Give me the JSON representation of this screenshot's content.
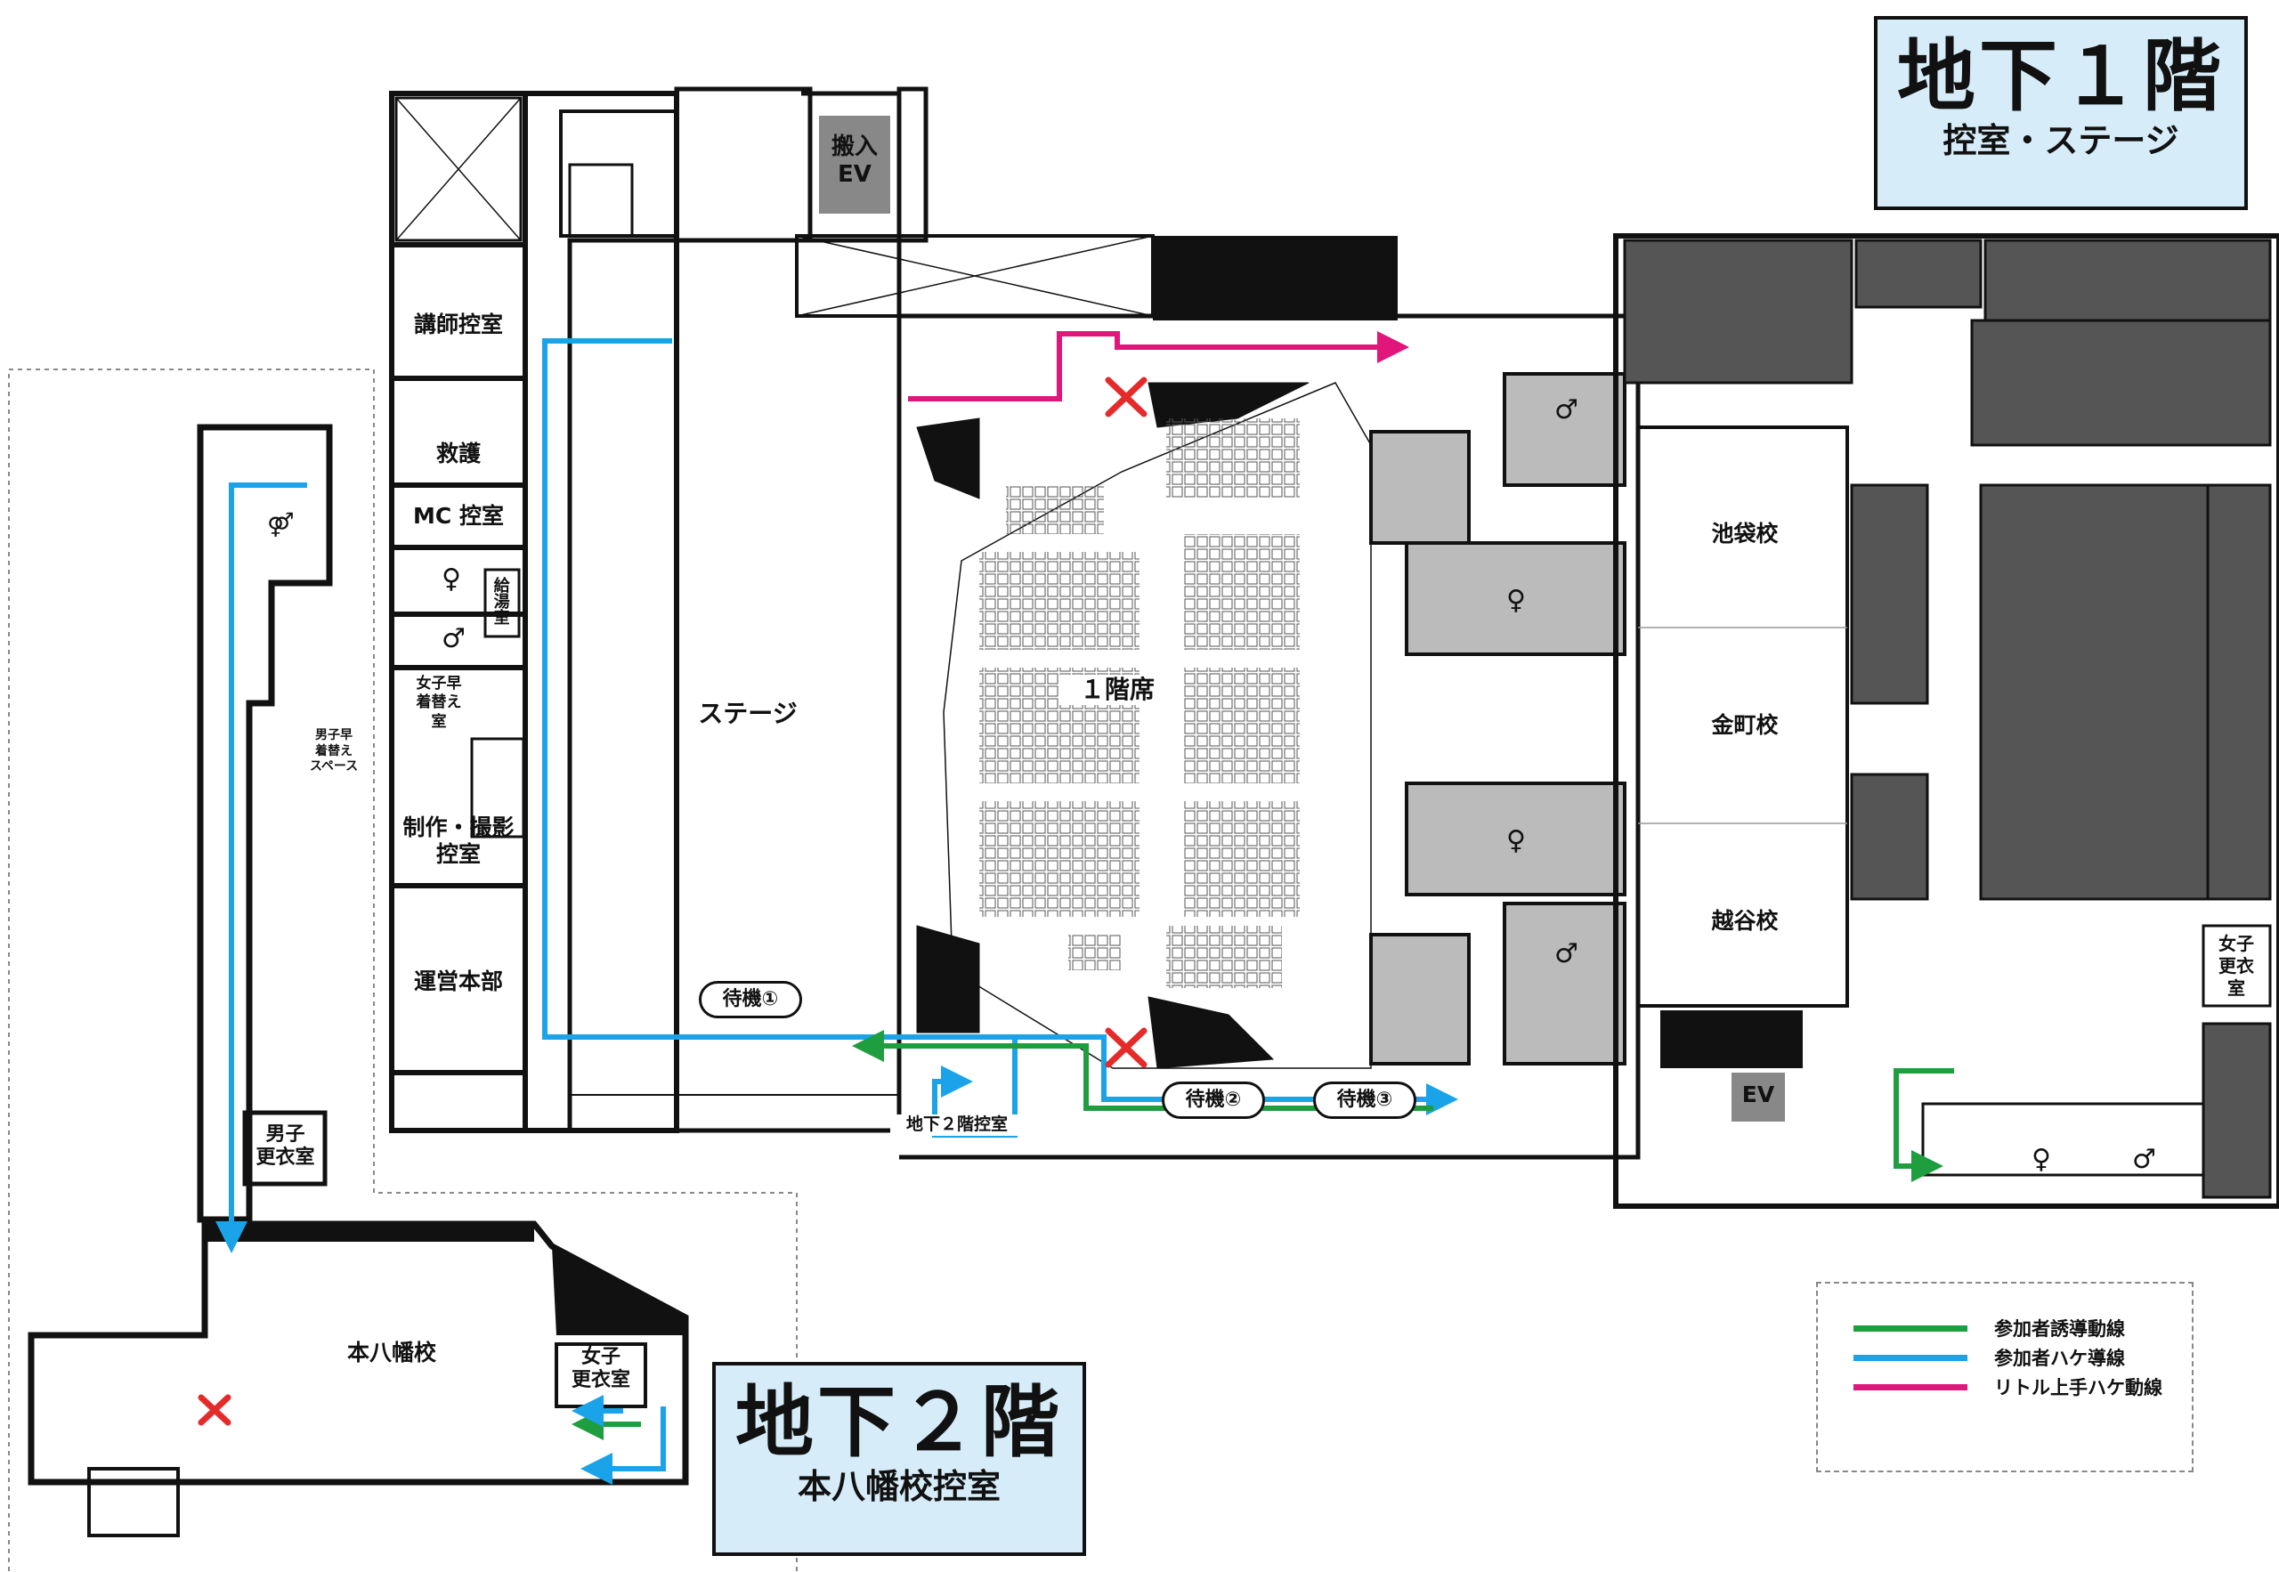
{
  "floor_b1": {
    "title": "地下１階",
    "subtitle": "控室・ステージ"
  },
  "floor_b2": {
    "title": "地下２階",
    "subtitle": "本八幡校控室"
  },
  "rooms": {
    "kanyu_ev": "搬入\nEV",
    "koshi": "講師控室",
    "kyugo": "救護",
    "mc": "MC 控室",
    "kyuto": "給湯室",
    "joshi_haya": "女子早\n着替え\n室",
    "danshi_haya": "男子早\n着替え\nスペース",
    "seisaku": "制作・撮影\n控室",
    "unei": "運営本部",
    "stage": "ステージ",
    "seat1": "１階席",
    "ikebukuro": "池袋校",
    "kanamachi": "金町校",
    "koshigaya": "越谷校",
    "ev": "EV",
    "joshi_koui_b1": "女子\n更衣\n室",
    "danshi_koui": "男子\n更衣室",
    "motoyawata": "本八幡校",
    "joshi_koui_b2": "女子\n更衣室",
    "b2_hikae": "地下２階控室"
  },
  "waiting": [
    "待機①",
    "待機②",
    "待機③"
  ],
  "legend": [
    {
      "label": "参加者誘導動線",
      "color": "#1e9e3e"
    },
    {
      "label": "参加者ハケ導線",
      "color": "#1aa3e8"
    },
    {
      "label": "リトル上手ハケ動線",
      "color": "#e0167a"
    }
  ],
  "icons": [
    "female-restroom-icon",
    "male-restroom-icon",
    "restroom-icon",
    "closed-x-icon",
    "arrow-icon"
  ]
}
